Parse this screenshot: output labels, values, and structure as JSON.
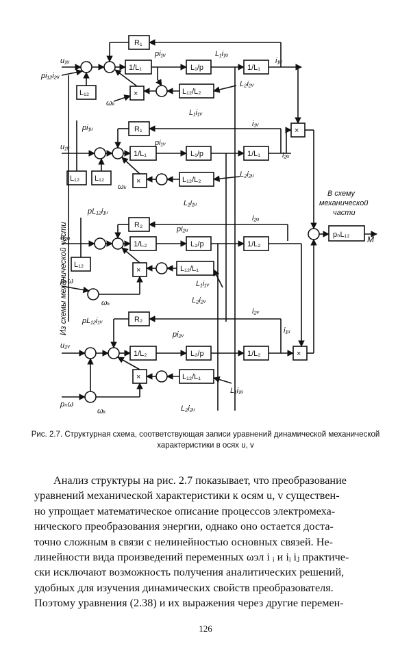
{
  "figure": {
    "vertical_label": "Из схемы механической части",
    "out_label_line1": "В схему",
    "out_label_line2": "механической",
    "out_label_line3": "части",
    "output_symbol": "M",
    "blocks": {
      "r1": "R₁",
      "r2": "R₂",
      "inv_l1": "1/L₁",
      "inv_l2": "1/L₂",
      "l1_p": "L₁/p",
      "l2_p": "L₂/p",
      "l12": "L₁₂",
      "l12_l2": "L₁₂/L₂",
      "l12_l1": "L₁₂/L₁",
      "pn_l12": "pₙL₁₂",
      "mult": "×"
    },
    "signals": {
      "u1u": "u₁ᵤ",
      "u1v": "u₁ᵥ",
      "u2u": "u₂ᵤ",
      "u2v": "u₂ᵥ",
      "pi12i2u": "pi₁₂i₂ᵤ",
      "pi1u": "pi₁ᵤ",
      "pi1v": "pi₁ᵥ",
      "pi2u": "pi₂ᵤ",
      "pi2v": "pi₂ᵥ",
      "L1i1u": "L₁i₁ᵤ",
      "L1i1v": "L₁i₁ᵥ",
      "L2i2u": "L₂i₂ᵤ",
      "L2i2v": "L₂i₂ᵥ",
      "i1u": "i₁ᵤ",
      "i1v": "i₁ᵥ",
      "i2u": "i₂ᵤ",
      "i2v": "i₂ᵥ",
      "pL12i1u": "pL₁₂i₁ᵤ",
      "pL12i1v": "pL₁₂i₁ᵥ",
      "omega_k": "ωₖ",
      "pn_omega": "pₙω"
    }
  },
  "caption": {
    "label": "Рис. 2.7.",
    "text": "Структурная схема, соответствующая записи уравнений динамической механической характеристики в осях u, v"
  },
  "body_lines": [
    "Анализ структуры на рис. 2.7 показывает, что преобразование",
    "уравнений механической характеристики к осям u, v существен-",
    "но упрощает математическое описание процессов электромеха-",
    "нического преобразования энергии, однако оно остается доста-",
    "точно сложным в связи с нелинейностью основных связей. Не-",
    "линейности вида произведений переменных ωэл i ᵢ и iᵢ iⱼ практиче-",
    "ски исключают возможность получения аналитических решений,",
    "удобных для изучения динамических свойств преобразователя.",
    "Поэтому уравнения (2.38) и их выражения через другие перемен-"
  ],
  "page_number": "126"
}
